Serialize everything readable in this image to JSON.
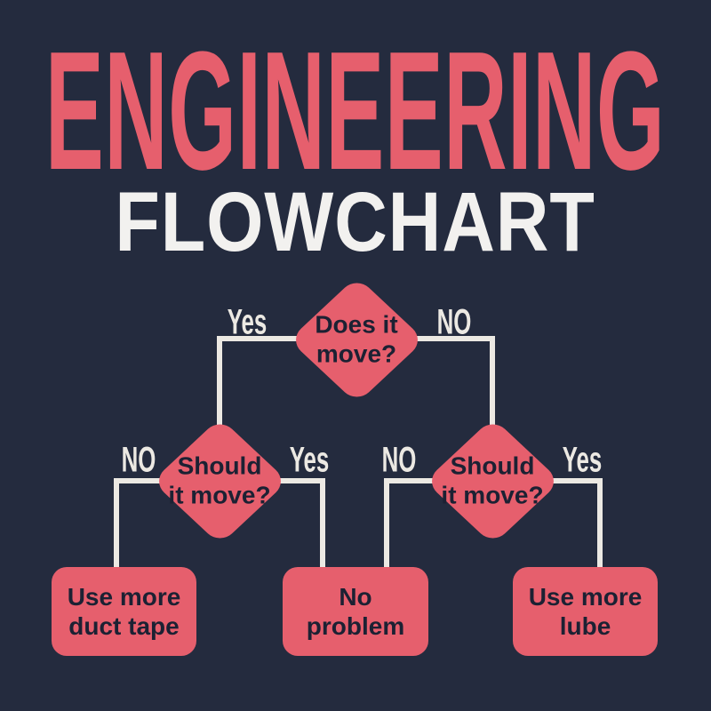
{
  "title": "ENGINEERING",
  "subtitle": "FLOWCHART",
  "colors": {
    "background": "#242b3e",
    "accent": "#e65f6d",
    "line": "#ece9e3",
    "subtitle": "#f2f1ef",
    "text_dark": "#1c2133"
  },
  "nodes": {
    "root": {
      "line1": "Does it",
      "line2": "move?"
    },
    "left": {
      "line1": "Should",
      "line2": "it move?"
    },
    "right": {
      "line1": "Should",
      "line2": "it move?"
    }
  },
  "labels": {
    "root_yes": "Yes",
    "root_no": "NO",
    "left_no": "NO",
    "left_yes": "Yes",
    "right_no": "NO",
    "right_yes": "Yes"
  },
  "outcomes": {
    "duct_tape": {
      "line1": "Use more",
      "line2": "duct tape"
    },
    "no_problem": {
      "line1": "No",
      "line2": "problem"
    },
    "lube": {
      "line1": "Use more",
      "line2": "lube"
    }
  }
}
